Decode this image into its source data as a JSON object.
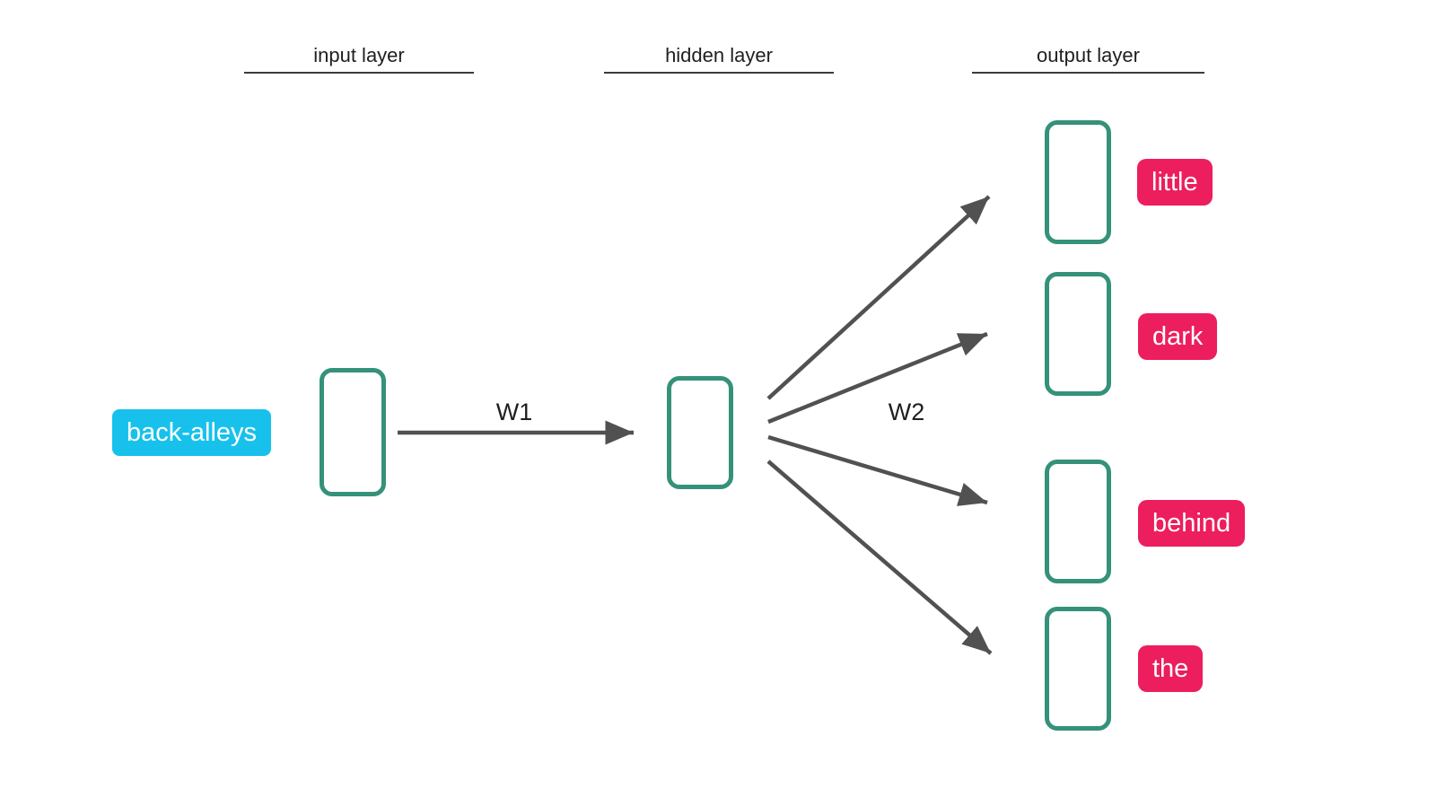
{
  "layers": {
    "input": "input layer",
    "hidden": "hidden layer",
    "output": "output layer"
  },
  "input_word": "back-alleys",
  "weights": {
    "w1": "W1",
    "w2": "W2"
  },
  "output_words": [
    {
      "label": "little"
    },
    {
      "label": "dark"
    },
    {
      "label": "behind"
    },
    {
      "label": "the"
    }
  ],
  "colors": {
    "node_border_teal": "#35917A",
    "input_chip_cyan": "#17C1EC",
    "output_chip_pink": "#EC1E5E",
    "arrow_gray": "#515151",
    "label_text": "#1F1F1F",
    "chip_text": "#FFFFFF",
    "background": "#FFFFFF"
  }
}
